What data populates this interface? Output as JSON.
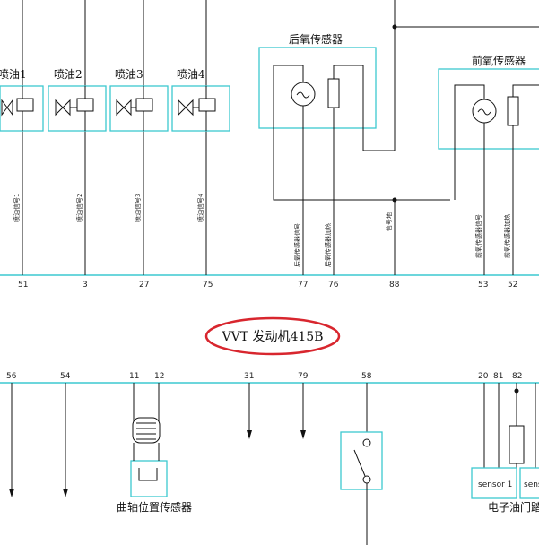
{
  "center_title": "VVT 发动机415B",
  "colors": {
    "wire": "#111111",
    "box": "#3cc8d0",
    "bus": "#3cc8d0",
    "highlight": "#d8262e"
  },
  "injectors": [
    {
      "label": "喷油1",
      "signal": "喷油信号1",
      "pin": "51"
    },
    {
      "label": "喷油2",
      "signal": "喷油信号2",
      "pin": "3"
    },
    {
      "label": "喷油3",
      "signal": "喷油信号3",
      "pin": "27"
    },
    {
      "label": "喷油4",
      "signal": "喷油信号4",
      "pin": "75"
    }
  ],
  "rear_o2": {
    "label": "后氧传感器",
    "signals": [
      "后氧传感器信号",
      "后氧传感器加热"
    ],
    "pins": [
      "77",
      "76"
    ]
  },
  "ground": {
    "signal": "信号地",
    "pin": "88"
  },
  "front_o2": {
    "label": "前氧传感器",
    "signals": [
      "前氧传感器信号",
      "前氧传感器加热"
    ],
    "pins": [
      "53",
      "52"
    ]
  },
  "bottom_pins": [
    "56",
    "54",
    "11",
    "12",
    "31",
    "79",
    "58",
    "20",
    "81",
    "82"
  ],
  "crank_sensor": {
    "label": "曲轴位置传感器"
  },
  "throttle": {
    "label": "电子油门踏板",
    "sensor_label": "sensor 1",
    "sensor2_label": "sens"
  }
}
